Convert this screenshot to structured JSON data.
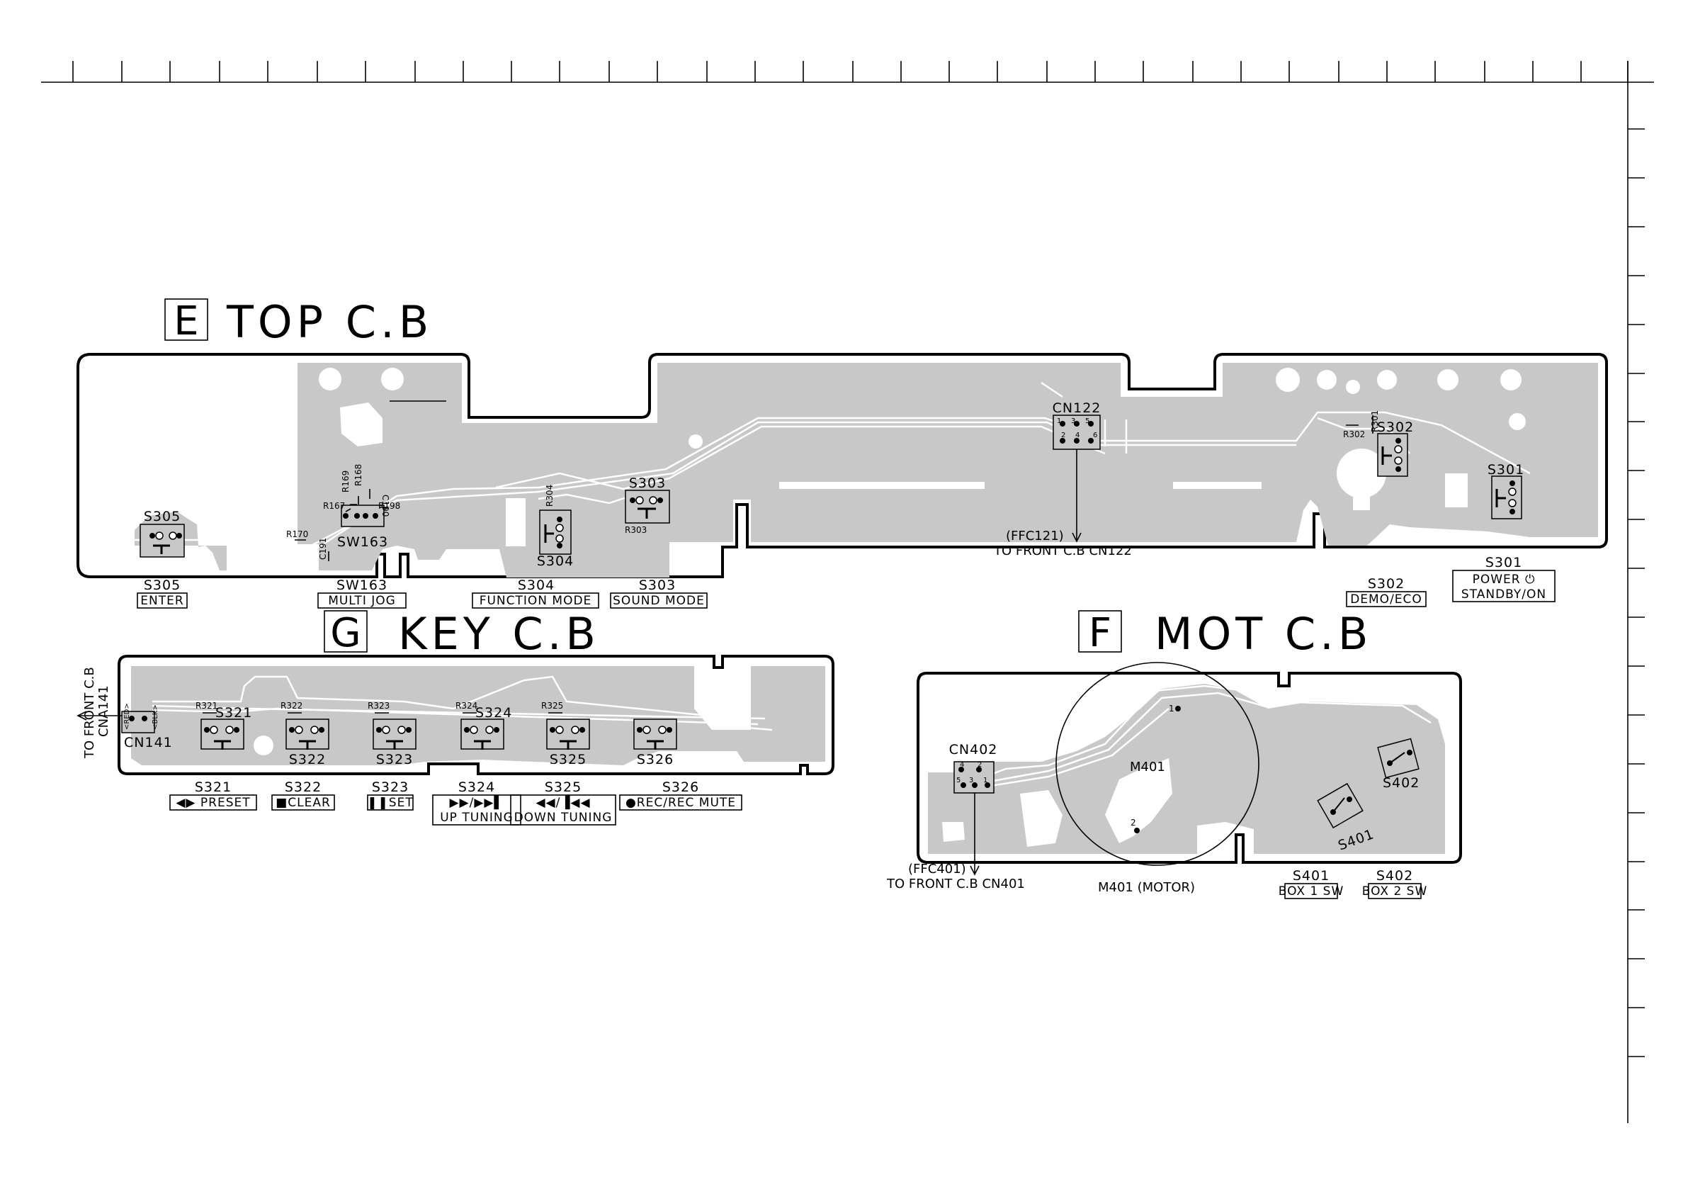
{
  "boards": {
    "top": {
      "letter": "E",
      "title": "TOP C.B"
    },
    "key": {
      "letter": "G",
      "title": "KEY C.B"
    },
    "mot": {
      "letter": "F",
      "title": "MOT C.B"
    }
  },
  "top_components": {
    "S305": "S305",
    "S304": "S304",
    "S303": "S303",
    "S302": "S302",
    "S301": "S301",
    "SW163": "SW163",
    "CN122": "CN122",
    "R167": "R167",
    "R168": "R168",
    "R169": "R169",
    "R170": "R170",
    "R198": "R198",
    "C190": "C190",
    "C191": "C191",
    "R304": "R304",
    "R303": "R303",
    "R301": "R301",
    "R302": "R302",
    "cn122_pins": [
      "1",
      "3",
      "5",
      "2",
      "4",
      "6"
    ],
    "ffc_note": "(FFC121)",
    "to_front": "TO FRONT C.B CN122"
  },
  "top_labels": [
    {
      "ref": "S305",
      "function": "ENTER"
    },
    {
      "ref": "SW163",
      "function": "MULTI JOG"
    },
    {
      "ref": "S304",
      "function": "FUNCTION MODE"
    },
    {
      "ref": "S303",
      "function": "SOUND MODE"
    },
    {
      "ref": "S302",
      "function": "DEMO/ECO"
    },
    {
      "ref": "S301",
      "function": "POWER ⏻",
      "function2": "STANDBY/ON"
    }
  ],
  "key_components": {
    "CN141": "CN141",
    "red": "<RED>",
    "blk": "<BLK>",
    "to_front_line1": "TO FRONT C.B",
    "to_front_line2": "CNA141",
    "switches": [
      "S321",
      "S322",
      "S323",
      "S324",
      "S325",
      "S326"
    ],
    "resistors": [
      "R321",
      "R322",
      "R323",
      "R324",
      "R325"
    ]
  },
  "key_labels": [
    {
      "ref": "S321",
      "function": "◀▶ PRESET"
    },
    {
      "ref": "S322",
      "function": "■CLEAR"
    },
    {
      "ref": "S323",
      "function": "❚❚SET"
    },
    {
      "ref": "S324",
      "function": "▶▶/▶▶▌",
      "function2": "UP TUNING"
    },
    {
      "ref": "S325",
      "function": "◀◀/▐◀◀",
      "function2": "DOWN TUNING"
    },
    {
      "ref": "S326",
      "function": "●REC/REC MUTE"
    }
  ],
  "mot_components": {
    "CN402": "CN402",
    "M401": "M401",
    "S401": "S401",
    "S402": "S402",
    "cn402_pins": [
      "4",
      "2",
      "5",
      "3",
      "1"
    ],
    "motor_pins": [
      "1",
      "2"
    ],
    "ffc_note": "(FFC401)",
    "to_front": "TO FRONT C.B CN401",
    "motor_label": "M401 (MOTOR)"
  },
  "mot_labels": [
    {
      "ref": "S401",
      "function": "BOX 1 SW"
    },
    {
      "ref": "S402",
      "function": "BOX 2 SW"
    }
  ]
}
